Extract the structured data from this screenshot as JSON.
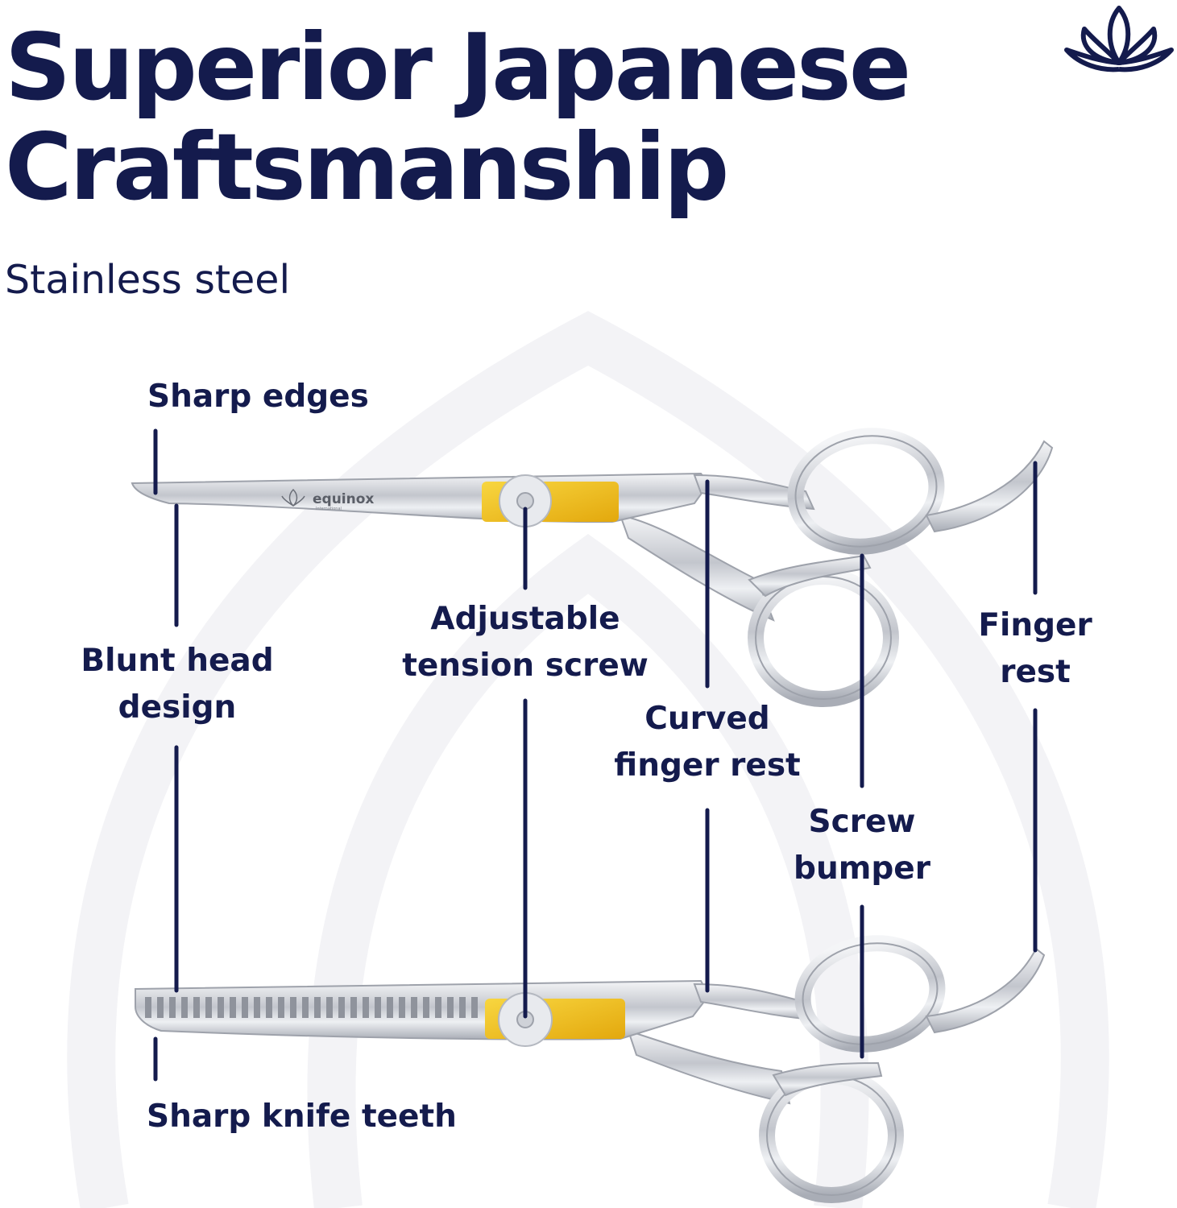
{
  "heading": {
    "title_line1": "Superior Japanese",
    "title_line2": "Craftsmanship",
    "subtitle": "Stainless steel"
  },
  "brand": {
    "name": "equinox",
    "tagline": "International",
    "logo_icon": "lotus-icon"
  },
  "callouts": {
    "sharp_edges": "Sharp edges",
    "blunt_head_line1": "Blunt head",
    "blunt_head_line2": "design",
    "tension_line1": "Adjustable",
    "tension_line2": "tension screw",
    "curved_line1": "Curved",
    "curved_line2": "finger rest",
    "finger_rest_line1": "Finger",
    "finger_rest_line2": "rest",
    "screw_bumper_line1": "Screw",
    "screw_bumper_line2": "bumper",
    "knife_teeth": "Sharp knife teeth"
  },
  "colors": {
    "navy": "#141b4d",
    "steel": "#c9ccd3",
    "gold": "#f3c316",
    "background": "#ffffff"
  }
}
